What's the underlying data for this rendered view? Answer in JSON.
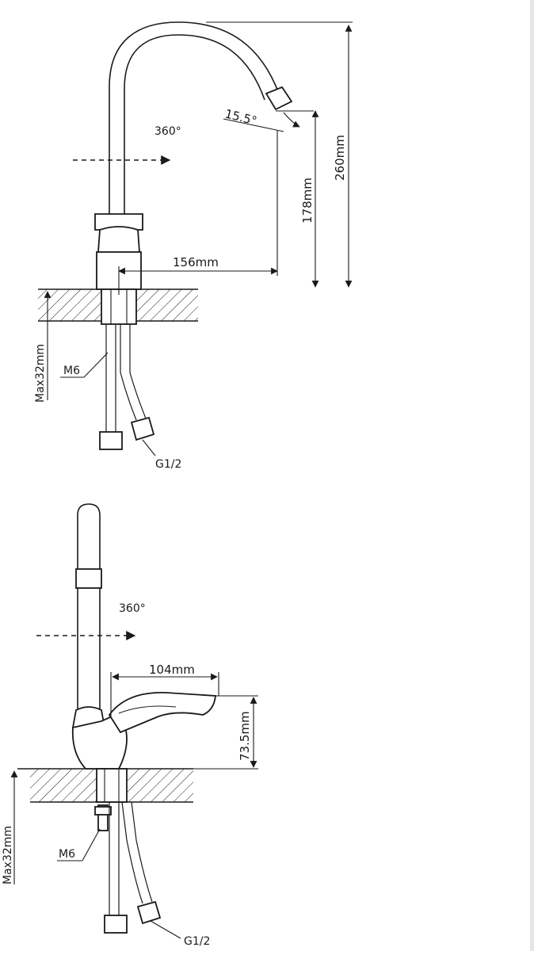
{
  "diagrams": [
    {
      "view": "top",
      "rotation": "360°",
      "angle": "15.5°",
      "height": "260mm",
      "spout_height": "178mm",
      "reach": "156mm",
      "max_thickness": "Max32mm",
      "stud": "M6",
      "hose_thread": "G1/2"
    },
    {
      "view": "bottom",
      "rotation": "360°",
      "lever_reach": "104mm",
      "lever_height": "73.5mm",
      "max_thickness": "Max32mm",
      "stud": "M6",
      "hose_thread": "G1/2"
    }
  ],
  "colors": {
    "line": "#1a1a1a",
    "background": "#ffffff",
    "edge": "#e6e6e6"
  }
}
